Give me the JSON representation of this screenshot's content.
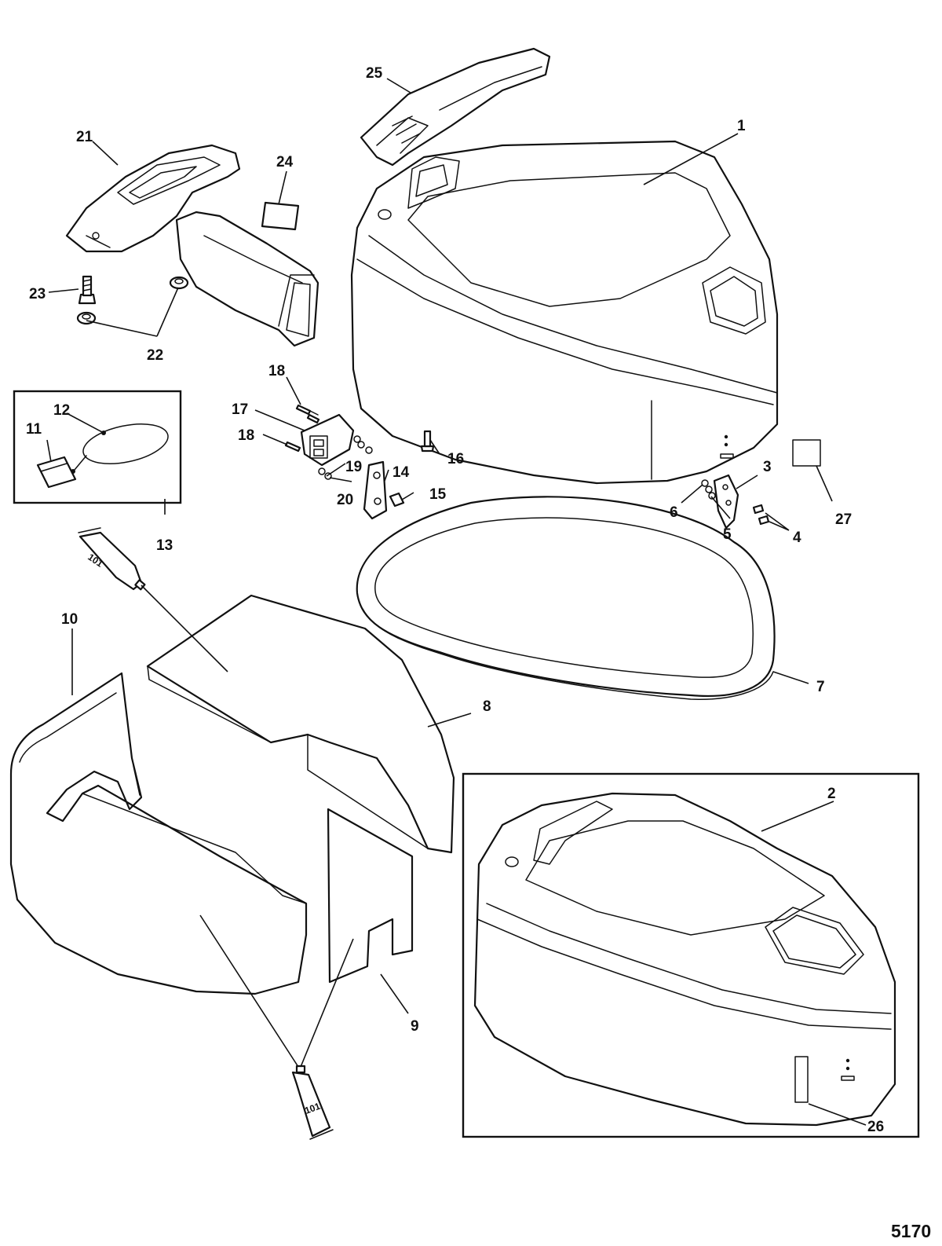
{
  "diagram": {
    "reference_number": "5170",
    "callouts": [
      "1",
      "2",
      "3",
      "4",
      "5",
      "6",
      "7",
      "8",
      "9",
      "10",
      "11",
      "12",
      "13",
      "14",
      "15",
      "16",
      "17",
      "18",
      "19",
      "20",
      "21",
      "22",
      "23",
      "24",
      "25",
      "26",
      "27"
    ],
    "tube_label": "101"
  }
}
